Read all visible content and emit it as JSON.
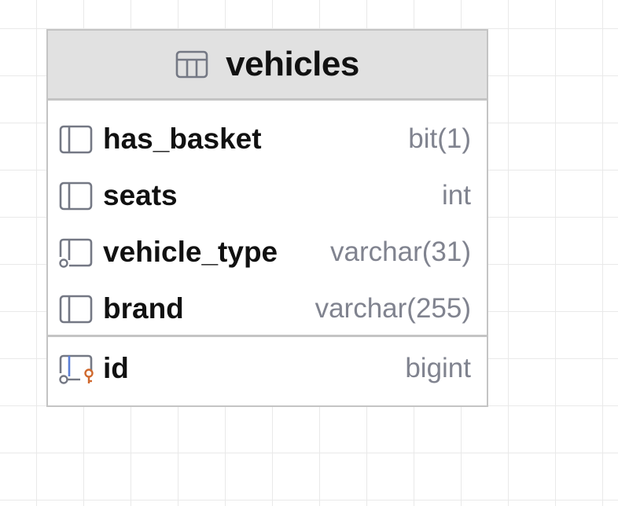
{
  "canvas": {
    "grid": true
  },
  "entity": {
    "name": "vehicles",
    "icon": "table-icon",
    "columns": [
      {
        "name": "has_basket",
        "type": "bit(1)",
        "icon": "column-icon"
      },
      {
        "name": "seats",
        "type": "int",
        "icon": "column-icon"
      },
      {
        "name": "vehicle_type",
        "type": "varchar(31)",
        "icon": "nullable-column-icon"
      },
      {
        "name": "brand",
        "type": "varchar(255)",
        "icon": "column-icon"
      }
    ],
    "key_columns": [
      {
        "name": "id",
        "type": "bigint",
        "icon": "primary-key-icon"
      }
    ]
  },
  "colors": {
    "header_bg": "#e1e1e1",
    "border": "#c4c4c4",
    "type_text": "#80838f",
    "key_accent": "#d0692e",
    "pk_bar": "#5b7fd6"
  }
}
